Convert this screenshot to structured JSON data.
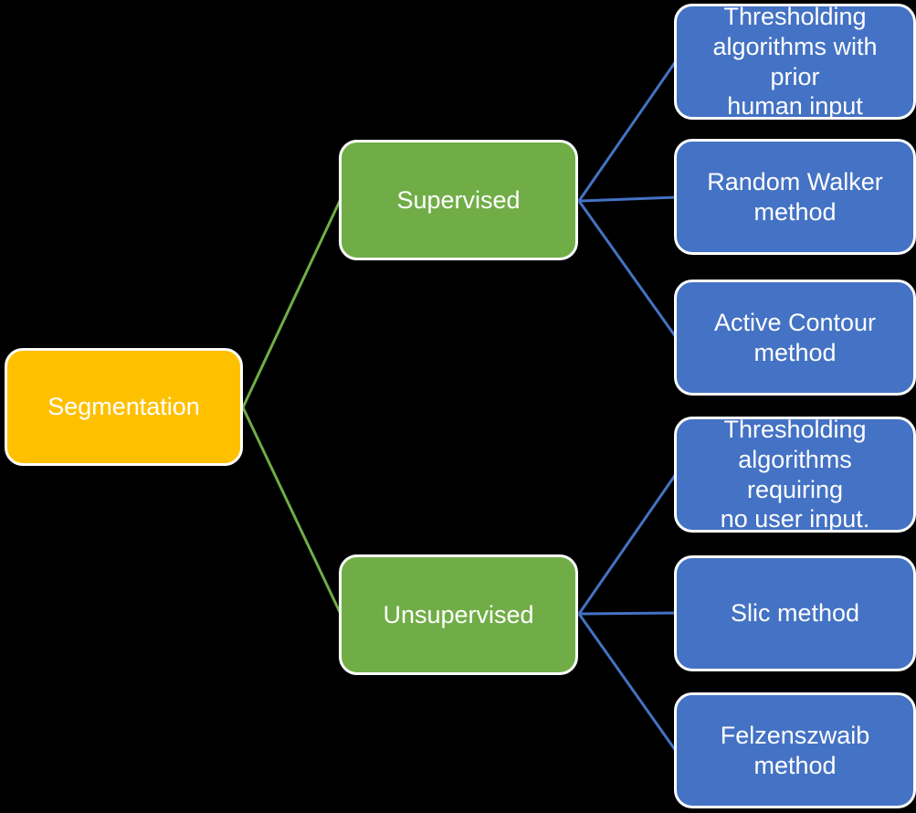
{
  "colors": {
    "background": "#000000",
    "root_fill": "#FFC000",
    "branch_fill": "#70AD47",
    "leaf_fill": "#4472C4",
    "branch_connector": "#70AD47",
    "leaf_connector": "#4472C4",
    "node_border": "#FFFFFF",
    "node_text": "#FFFFFF"
  },
  "diagram": {
    "type": "hierarchy-tree",
    "root": {
      "label": "Segmentation"
    },
    "branches": [
      {
        "label": "Supervised",
        "children": [
          {
            "label": "Thresholding\nalgorithms with prior\nhuman input"
          },
          {
            "label": "Random Walker\nmethod"
          },
          {
            "label": "Active Contour\nmethod"
          }
        ]
      },
      {
        "label": "Unsupervised",
        "children": [
          {
            "label": "Thresholding\nalgorithms requiring\nno user input."
          },
          {
            "label": "Slic method"
          },
          {
            "label": "Felzenszwaib\nmethod"
          }
        ]
      }
    ]
  }
}
